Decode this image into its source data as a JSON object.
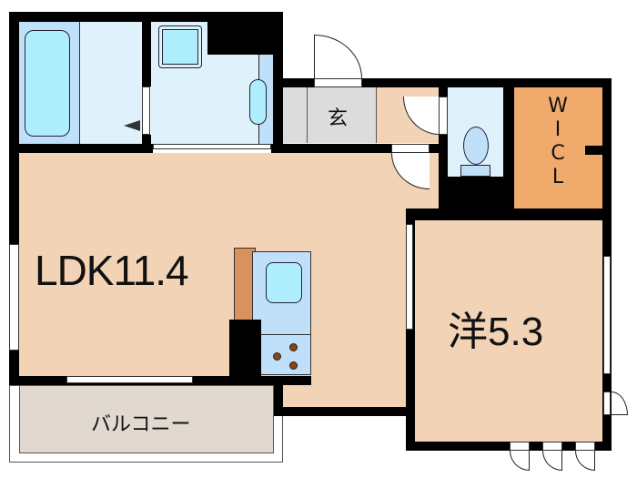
{
  "floorplan": {
    "rooms": {
      "ldk": {
        "label": "LDK11.4",
        "color": "#f2d3b6"
      },
      "western": {
        "label": "洋5.3",
        "color": "#f2d3b6"
      },
      "wic": {
        "label_chars": [
          "W",
          "I",
          "C",
          "L"
        ],
        "color": "#f0aa6c"
      },
      "entrance": {
        "label": "玄",
        "color": "#dcdcdc"
      },
      "balcony": {
        "label": "バルコニー",
        "color": "#e1d8cf"
      },
      "bath": {
        "color": "#bfe0f8"
      },
      "washroom": {
        "color": "#dff2fc"
      },
      "toilet": {
        "color": "#dff2fc"
      },
      "hallway": {
        "color": "#f2d3b6"
      }
    },
    "colors": {
      "wall": "#000000",
      "fixture_light": "#aeeefc",
      "fixture_blue": "#bfe0f8",
      "counter": "#d9915d",
      "burner": "#8b4513"
    }
  }
}
